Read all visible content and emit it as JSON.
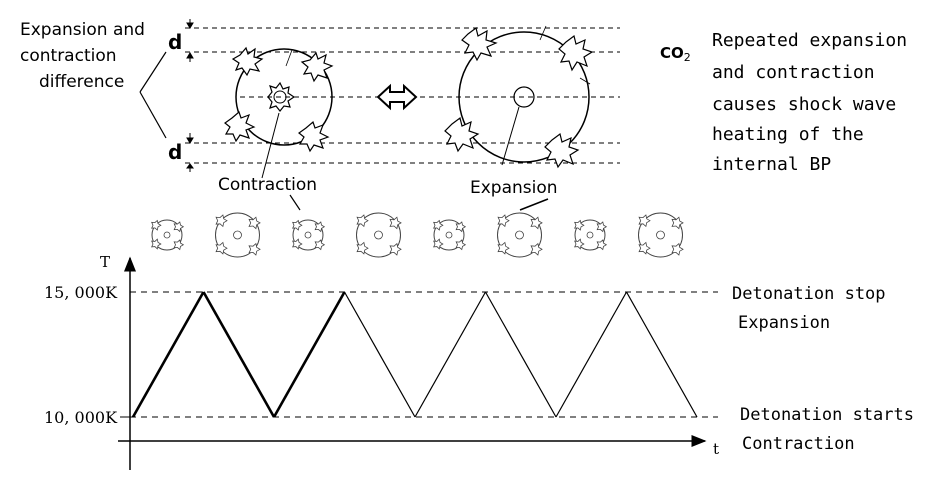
{
  "top": {
    "diff_label_line1": "Expansion and",
    "diff_label_line2": "contraction",
    "diff_label_line3": "difference",
    "d_top": "d",
    "d_bottom": "d",
    "contraction_label": "Contraction",
    "expansion_label": "Expansion",
    "co2_label": "CO",
    "co2_sub": "2",
    "desc_line1": "Repeated expansion",
    "desc_line2": "and contraction",
    "desc_line3": "causes shock wave",
    "desc_line4": "heating of the",
    "desc_line5": "internal BP"
  },
  "cycle_row": {
    "states": [
      "contraction",
      "expansion",
      "contraction",
      "expansion",
      "contraction",
      "expansion",
      "contraction",
      "expansion"
    ]
  },
  "chart_data": {
    "type": "line",
    "ylabel": "T",
    "xlabel": "t",
    "y_ticks": [
      "15, 000K",
      "10, 000K"
    ],
    "ylim": [
      10000,
      15000
    ],
    "x": [
      0,
      1,
      2,
      3,
      4,
      5,
      6,
      7,
      8
    ],
    "y": [
      10000,
      15000,
      10000,
      15000,
      10000,
      15000,
      10000,
      15000,
      10000
    ],
    "bold_segments": 3,
    "annotations": {
      "upper_line1": "Detonation stop",
      "upper_line2": "Expansion",
      "lower_line1": "Detonation starts",
      "lower_line2": "Contraction"
    }
  }
}
